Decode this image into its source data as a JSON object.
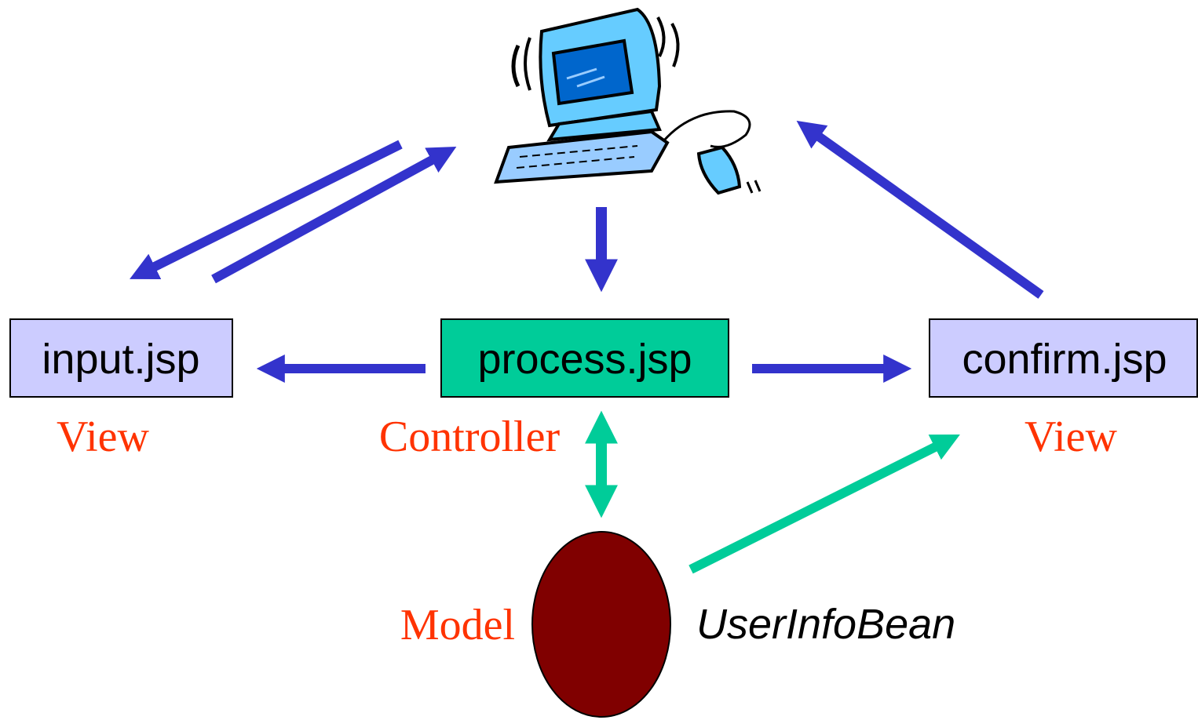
{
  "nodes": {
    "input": {
      "label": "input.jsp",
      "role": "View",
      "fill": "#ccccff"
    },
    "process": {
      "label": "process.jsp",
      "role": "Controller",
      "fill": "#00cc99"
    },
    "confirm": {
      "label": "confirm.jsp",
      "role": "View",
      "fill": "#ccccff"
    },
    "model": {
      "label": "UserInfoBean",
      "role": "Model",
      "fill": "#800000"
    }
  },
  "colors": {
    "request_arrow": "#3333cc",
    "model_arrow": "#00cc99",
    "role_text": "#ff3300"
  },
  "icons": {
    "client": "computer-icon"
  }
}
